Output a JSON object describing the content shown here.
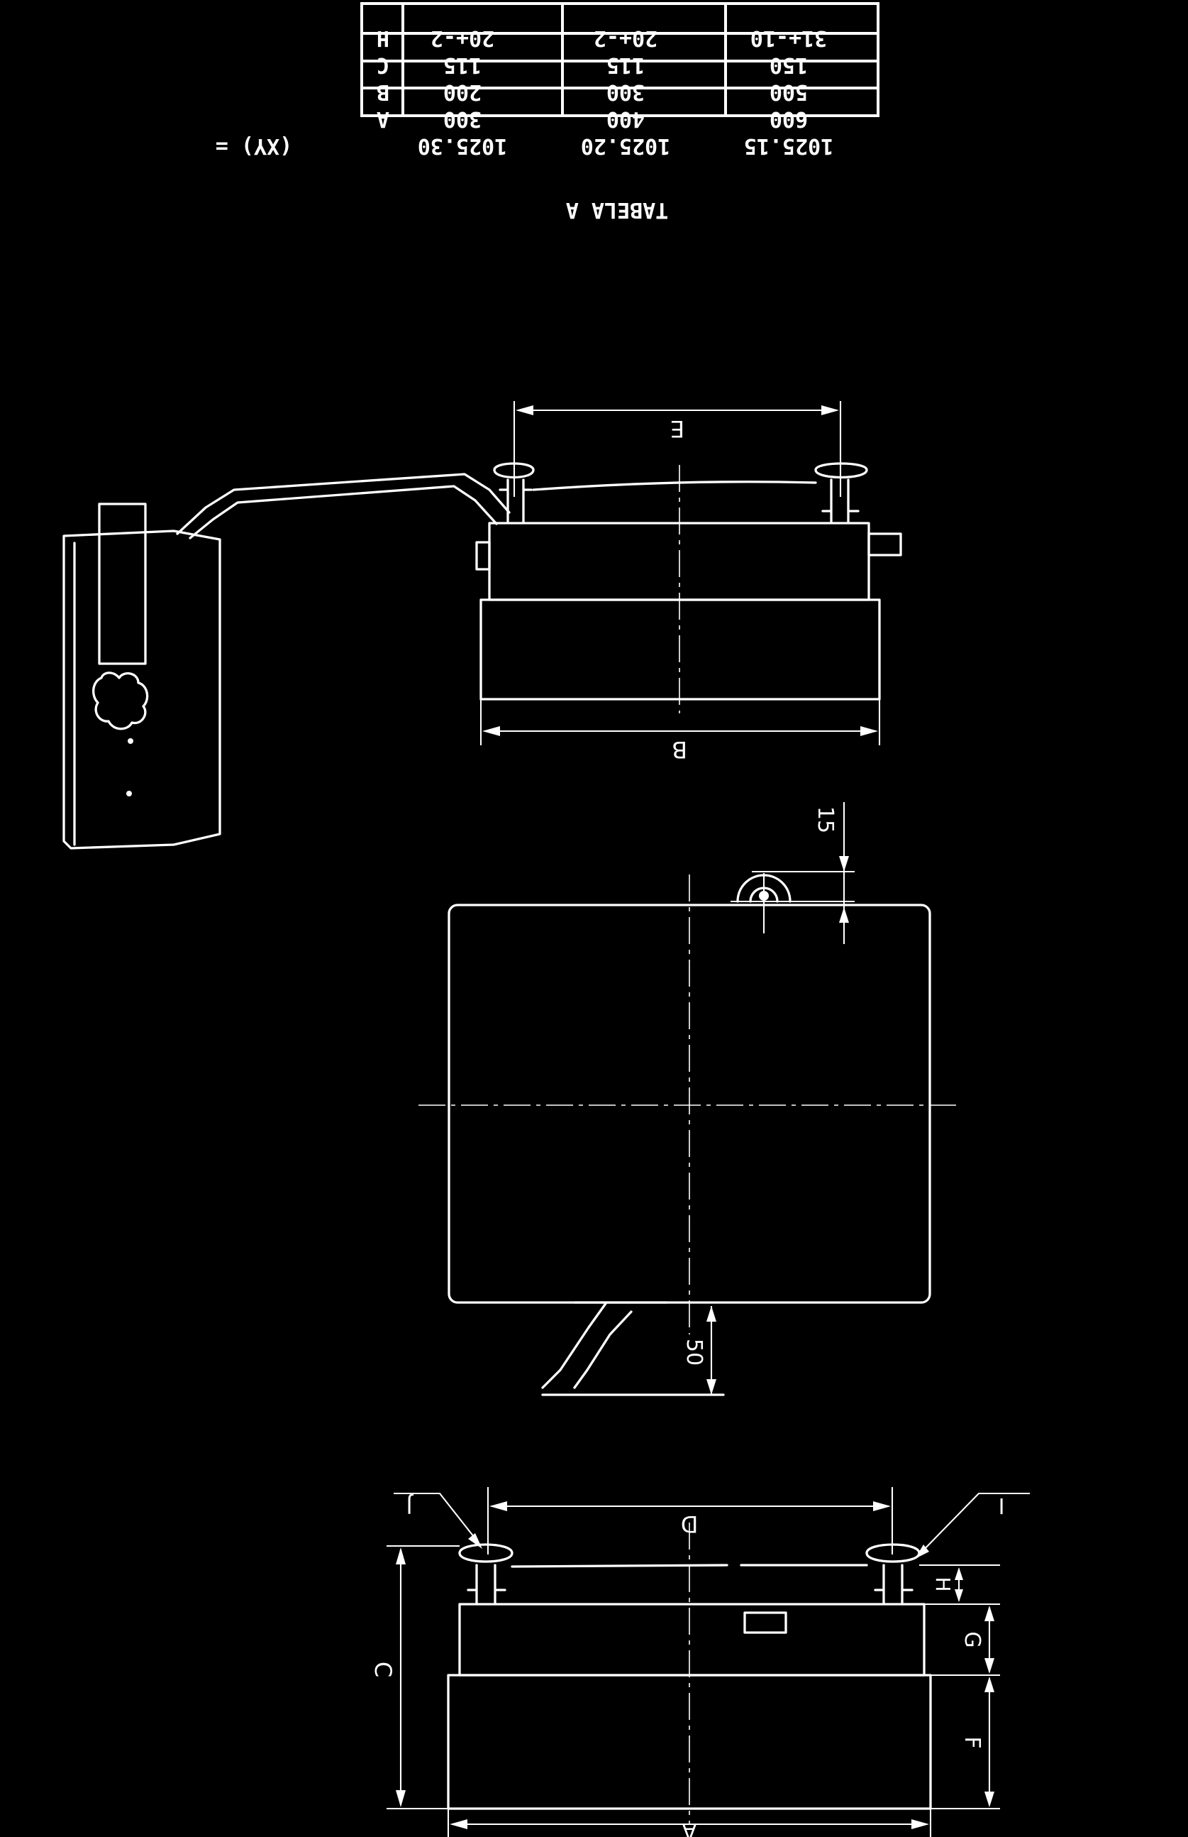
{
  "table": {
    "caption": "TABELA A",
    "row_prefix": "(XY) =",
    "columns": [
      "1025.15",
      "1025.20",
      "1025.30"
    ],
    "rows": [
      {
        "label": "A",
        "values": [
          "300",
          "400",
          "600"
        ]
      },
      {
        "label": "B",
        "values": [
          "200",
          "300",
          "500"
        ]
      },
      {
        "label": "C",
        "values": [
          "115",
          "115",
          "150"
        ]
      },
      {
        "label": "H",
        "values": [
          "20+-2",
          "20+-2",
          "31+-10"
        ]
      }
    ]
  },
  "dimensions": {
    "E": "E",
    "B": "B",
    "D": "D",
    "A": "A",
    "C": "C",
    "F": "F",
    "G": "G",
    "H": "H",
    "J": "J",
    "I": "I",
    "r15": "15",
    "r50": "50"
  }
}
